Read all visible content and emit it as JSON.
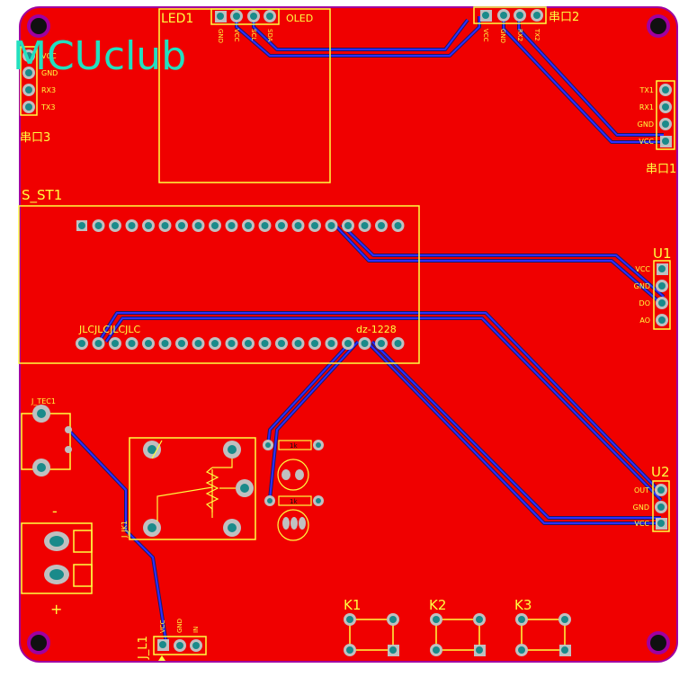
{
  "title": "MCUclub",
  "colors": {
    "board": "#f00000",
    "outline": "#a000a0",
    "silk": "#ffff40",
    "trace": "#2020ff",
    "pad": "#c0c0c0",
    "pad_hole": "#1a8a8a",
    "logo": "#22e0c0"
  },
  "labels": {
    "led1": "LED1",
    "oled": "OLED",
    "port3": "串口3",
    "port2_top": "串口2",
    "port2_right": "串口1",
    "s_st1": "S_ST1",
    "jlc": "JLCJLCJLCJLC",
    "dz": "dz-1228",
    "u1": "U1",
    "u2": "U2",
    "k1": "K1",
    "k2": "K2",
    "k3": "K3",
    "jtec": "J_TEC1",
    "jjk1": "J_JK1",
    "jl1": "J_L1",
    "resistor1": "1k",
    "resistor2": "1k",
    "minus": "-",
    "plus": "+"
  },
  "pins": {
    "port3": [
      "VCC",
      "GND",
      "RX3",
      "TX3"
    ],
    "oled": [
      "GND",
      "VCC",
      "SCL",
      "SDA"
    ],
    "port2_top": [
      "VCC",
      "GND",
      "RX2",
      "TX2"
    ],
    "port_right": [
      "TX1",
      "RX1",
      "GND",
      "VCC"
    ],
    "u1": [
      "VCC",
      "GND",
      "DO",
      "AO"
    ],
    "u2": [
      "OUT",
      "GND",
      "VCC"
    ],
    "jl1": [
      "VCC",
      "GND",
      "IN"
    ]
  }
}
